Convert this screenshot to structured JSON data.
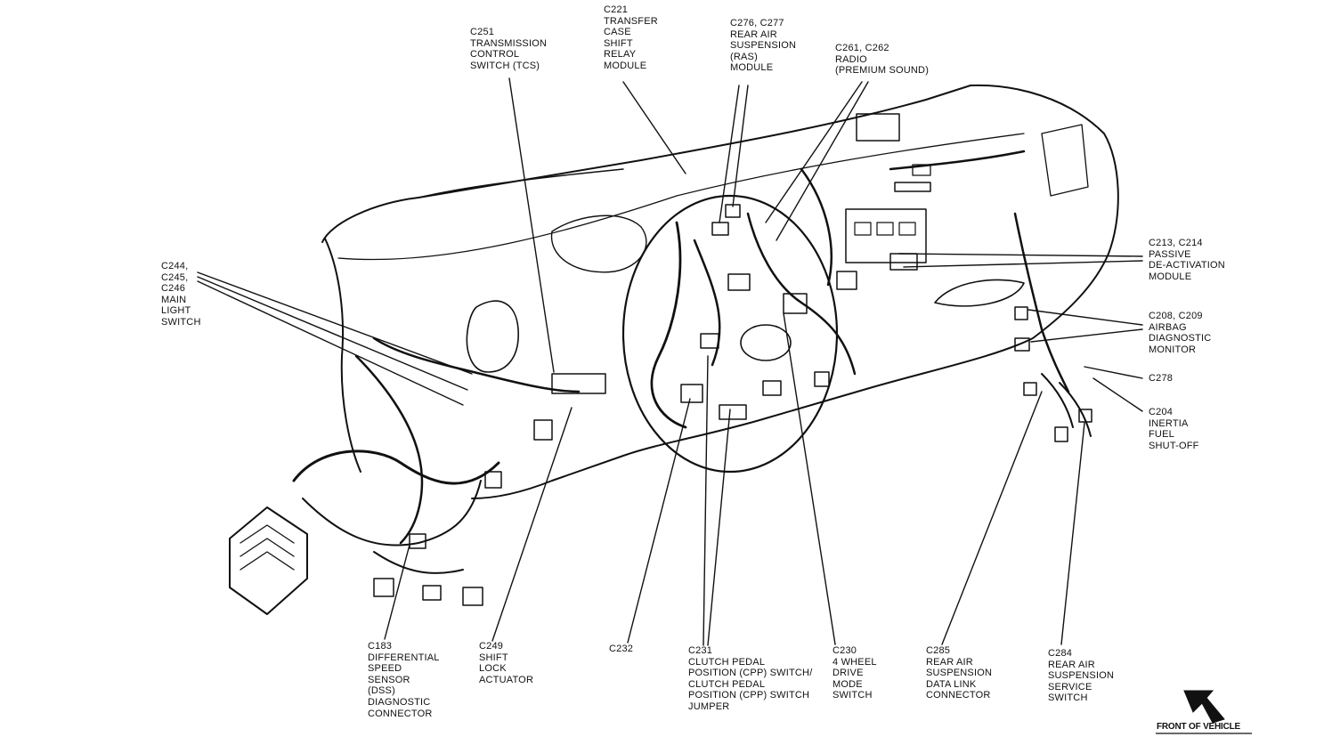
{
  "callouts": [
    {
      "id": "c251",
      "lines": [
        "C251",
        "TRANSMISSION",
        "CONTROL",
        "SWITCH (TCS)"
      ]
    },
    {
      "id": "c221",
      "lines": [
        "C221",
        "TRANSFER",
        "CASE",
        "SHIFT",
        "RELAY",
        "MODULE"
      ]
    },
    {
      "id": "c276",
      "lines": [
        "C276, C277",
        "REAR AIR",
        "SUSPENSION",
        "(RAS)",
        "MODULE"
      ]
    },
    {
      "id": "c261",
      "lines": [
        "C261, C262",
        "RADIO",
        "(PREMIUM SOUND)"
      ]
    },
    {
      "id": "c244",
      "lines": [
        "C244,",
        "C245,",
        "C246",
        "MAIN",
        "LIGHT",
        "SWITCH"
      ]
    },
    {
      "id": "c213",
      "lines": [
        "C213, C214",
        "PASSIVE",
        "DE-ACTIVATION",
        "MODULE"
      ]
    },
    {
      "id": "c208",
      "lines": [
        "C208, C209",
        "AIRBAG",
        "DIAGNOSTIC",
        "MONITOR"
      ]
    },
    {
      "id": "c278",
      "lines": [
        "C278"
      ]
    },
    {
      "id": "c204",
      "lines": [
        "C204",
        "INERTIA",
        "FUEL",
        "SHUT-OFF"
      ]
    },
    {
      "id": "c183",
      "lines": [
        "C183",
        "DIFFERENTIAL",
        "SPEED",
        "SENSOR",
        "(DSS)",
        "DIAGNOSTIC",
        "CONNECTOR"
      ]
    },
    {
      "id": "c249",
      "lines": [
        "C249",
        "SHIFT",
        "LOCK",
        "ACTUATOR"
      ]
    },
    {
      "id": "c232",
      "lines": [
        "C232"
      ]
    },
    {
      "id": "c231",
      "lines": [
        "C231",
        "CLUTCH PEDAL",
        "POSITION (CPP) SWITCH/",
        "CLUTCH PEDAL",
        "POSITION (CPP) SWITCH",
        "JUMPER"
      ]
    },
    {
      "id": "c230",
      "lines": [
        "C230",
        "4 WHEEL",
        "DRIVE",
        "MODE",
        "SWITCH"
      ]
    },
    {
      "id": "c285",
      "lines": [
        "C285",
        "REAR AIR",
        "SUSPENSION",
        "DATA LINK",
        "CONNECTOR"
      ]
    },
    {
      "id": "c284",
      "lines": [
        "C284",
        "REAR AIR",
        "SUSPENSION",
        "SERVICE",
        "SWITCH"
      ]
    }
  ],
  "front_of_vehicle": "FRONT OF VEHICLE"
}
